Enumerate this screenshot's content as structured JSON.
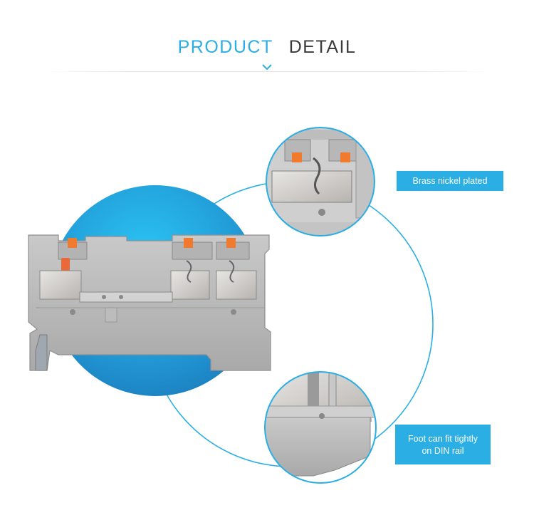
{
  "header": {
    "title_word_1": "PRODUCT",
    "title_word_2": "DETAIL",
    "accent_color": "#2aaee3",
    "divider_icon": "chevron-down-icon"
  },
  "product": {
    "image": "din-rail-terminal-block",
    "circle_color": "#2aaee3"
  },
  "callouts": [
    {
      "lines": [
        "Brass nickel plated"
      ]
    },
    {
      "lines": [
        "Foot can fit tightly",
        "on DIN rail"
      ]
    }
  ]
}
